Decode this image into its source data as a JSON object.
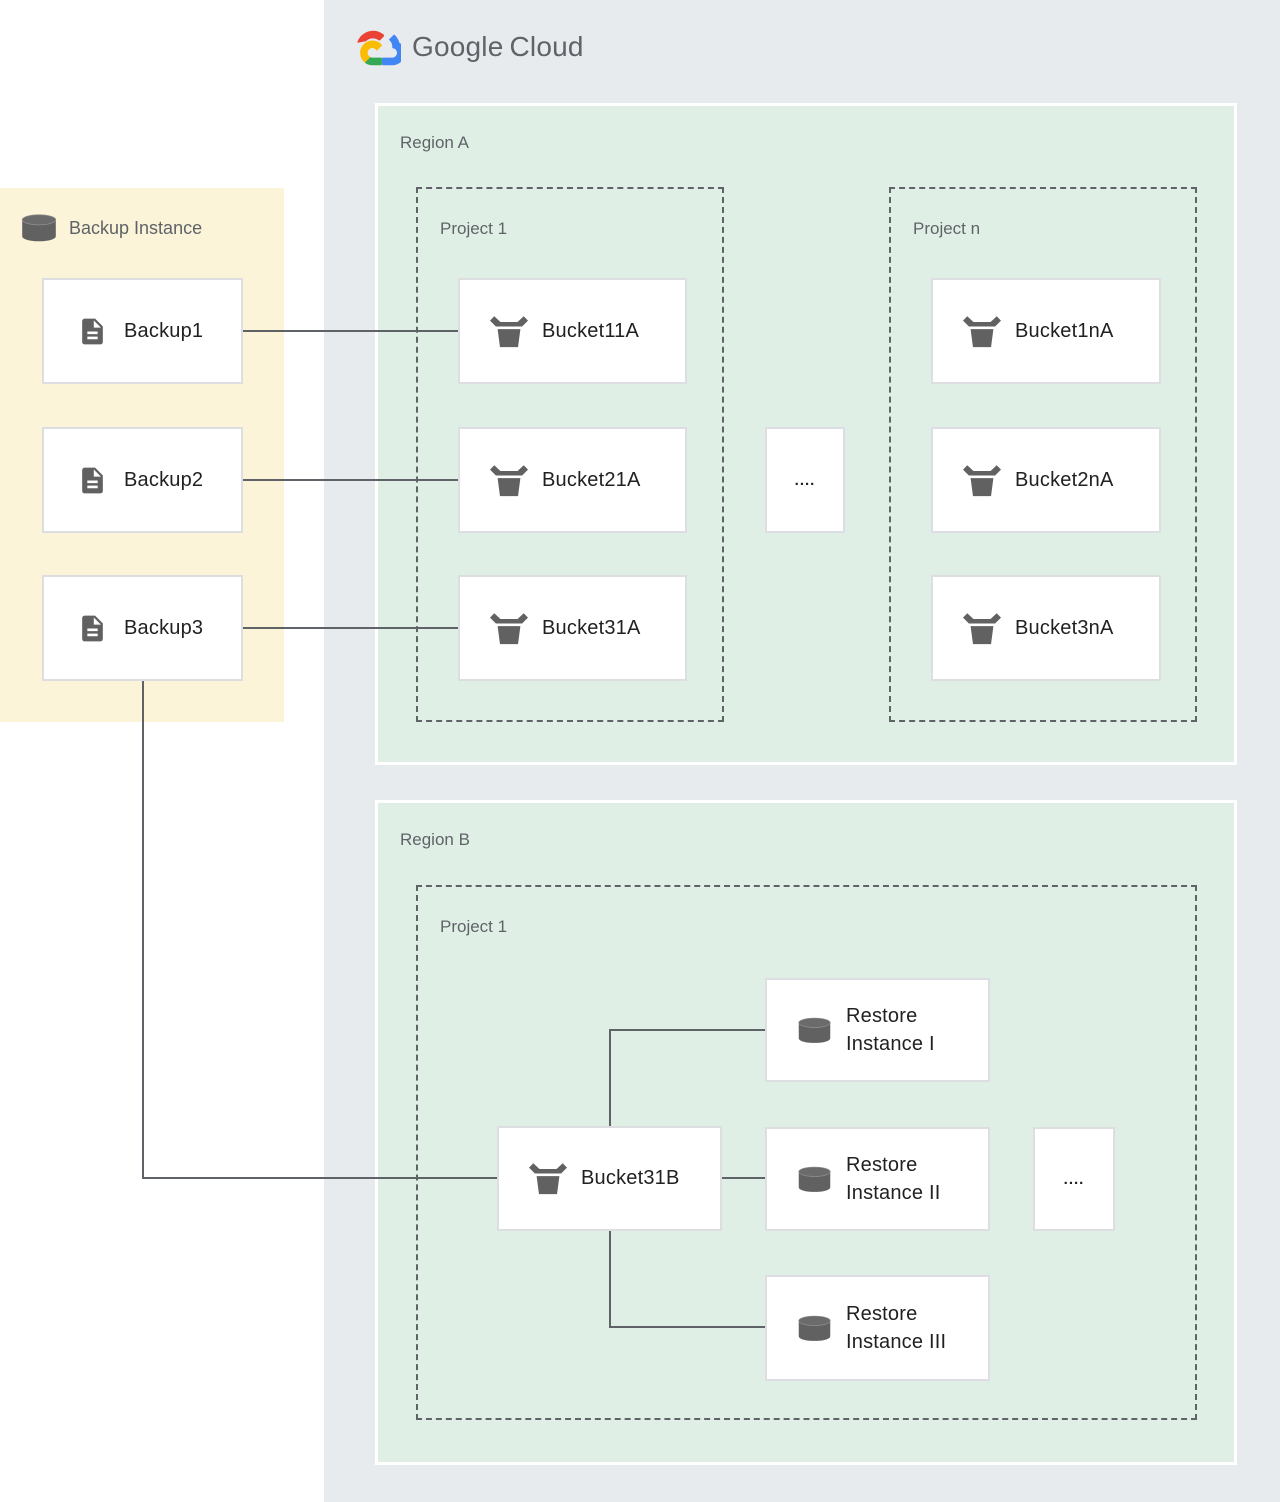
{
  "logo": {
    "google": "Google",
    "cloud": "Cloud"
  },
  "backup_panel": {
    "title": "Backup Instance",
    "items": [
      "Backup1",
      "Backup2",
      "Backup3"
    ]
  },
  "region_a": {
    "label": "Region A",
    "projects": [
      {
        "label": "Project 1",
        "buckets": [
          "Bucket11A",
          "Bucket21A",
          "Bucket31A"
        ]
      },
      {
        "label": "Project n",
        "buckets": [
          "Bucket1nA",
          "Bucket2nA",
          "Bucket3nA"
        ]
      }
    ],
    "ellipsis": "...."
  },
  "region_b": {
    "label": "Region B",
    "project": {
      "label": "Project 1",
      "bucket": "Bucket31B",
      "instances": [
        "Restore Instance I",
        "Restore Instance II",
        "Restore Instance III"
      ],
      "ellipsis": "...."
    }
  },
  "colors": {
    "cloud_panel_bg": "#e8ebee",
    "region_bg": "#e0efe6",
    "backup_panel_bg": "#fbf4d9",
    "node_border": "#dcdee1",
    "dashed_border": "#5f6368",
    "connector": "#5f6368",
    "icon_gray": "#616161",
    "label_gray": "#5f6368",
    "node_text": "#212121",
    "logo_red": "#ea4335",
    "logo_blue": "#4285f4",
    "logo_green": "#34a853",
    "logo_yellow": "#fbbc05"
  }
}
